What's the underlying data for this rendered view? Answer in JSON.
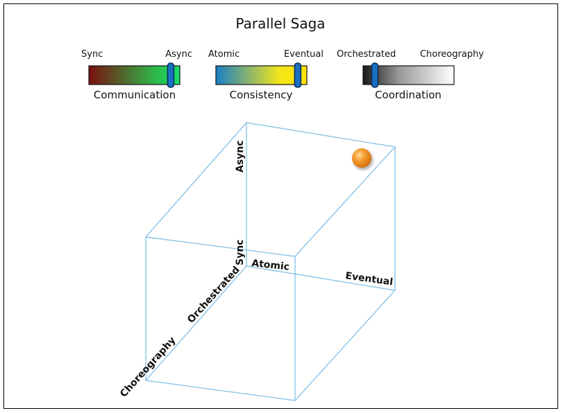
{
  "title": "Parallel Saga",
  "scales": [
    {
      "name": "Communication",
      "left_label": "Sync",
      "right_label": "Async",
      "position": 0.9,
      "gradient": [
        "#7a0f0f",
        "#2bbd4a",
        "#16e06a"
      ]
    },
    {
      "name": "Consistency",
      "left_label": "Atomic",
      "right_label": "Eventual",
      "position": 0.9,
      "gradient": [
        "#1a7fc6",
        "#f2e61a",
        "#ffe400"
      ]
    },
    {
      "name": "Coordination",
      "left_label": "Orchestrated",
      "right_label": "Choreography",
      "position": 0.13,
      "gradient": [
        "#1a1a1a",
        "#9a9a9a",
        "#ffffff"
      ]
    }
  ],
  "cube": {
    "edge_color": "#8cc4e6",
    "axis_labels": {
      "communication_low": "Sync",
      "communication_high": "Async",
      "consistency_low": "Atomic",
      "consistency_high": "Eventual",
      "coordination_low": "Orchestrated",
      "coordination_high": "Choreography"
    },
    "point": {
      "communication": "Async",
      "consistency": "Eventual",
      "coordination": "Orchestrated",
      "color": "#f28a17"
    }
  }
}
